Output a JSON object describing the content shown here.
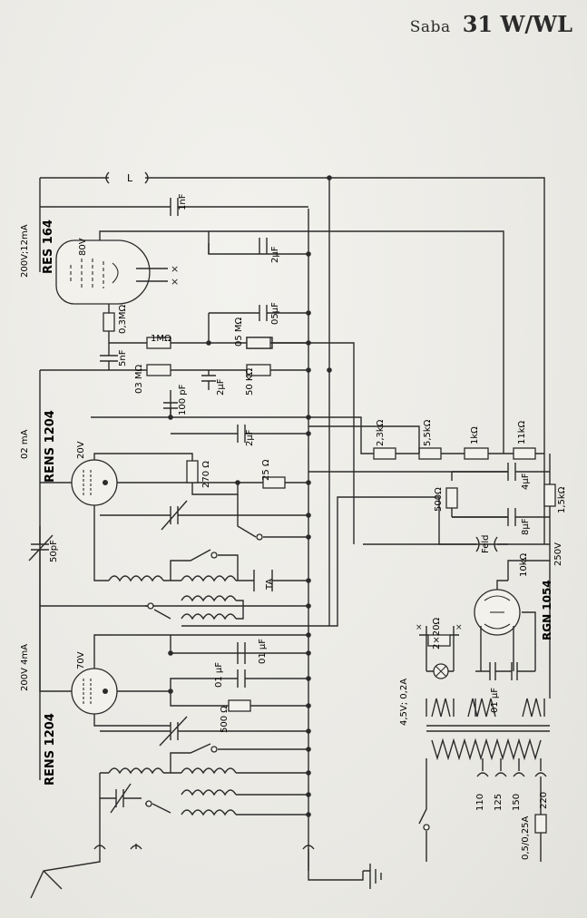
{
  "header": {
    "brand": "Saba",
    "model": "31 W/WL"
  },
  "tubes": [
    {
      "type": "RES 164",
      "note": "200V;12mA",
      "voltage": "80V"
    },
    {
      "type": "RENS 1204",
      "note": "02 mA",
      "voltage": "20V"
    },
    {
      "type": "RENS 1204",
      "note": "200V 4mA",
      "voltage": "70V"
    },
    {
      "type": "RGN 1054",
      "note": "",
      "voltage": ""
    }
  ],
  "components": {
    "c_1nf": "1nF",
    "c_2uf_a": "2µF",
    "c_05uf": "05µF",
    "r_03m": "0,3MΩ",
    "r_1m": "1MΩ",
    "r_05m": "05 MΩ",
    "c_5nf": "5nF",
    "r_03m_b": "03 MΩ",
    "c_2uf_b": "2µF",
    "r_50k": "50 KΩ",
    "c_100pf": "100 pF",
    "c_2uf_c": "2µF",
    "r_270": "270 Ω",
    "r_25": "25 Ω",
    "c_50pf": "50pF",
    "r_23k": "2,3kΩ",
    "r_55k": "5,5kΩ",
    "r_1k": "1kΩ",
    "r_11k": "11kΩ",
    "r_500a": "500Ω",
    "c_4uf": "4µF",
    "c_8uf": "8µF",
    "r_15k": "1,5kΩ",
    "feld": "Feld",
    "v_250": "250V",
    "r_10k": "10kΩ",
    "ta": "TA",
    "c_01uf_a": "01 µF",
    "c_01uf_b": "01 µF",
    "r_500b": "500 Ω",
    "r_2x20": "2×20Ω",
    "lamp": "4,5V; 0,2A",
    "c_01uf_c": "01 µF",
    "taps": [
      "110",
      "125",
      "150",
      "220"
    ],
    "fuse": "0,5/0,25A",
    "l_label": "L"
  }
}
